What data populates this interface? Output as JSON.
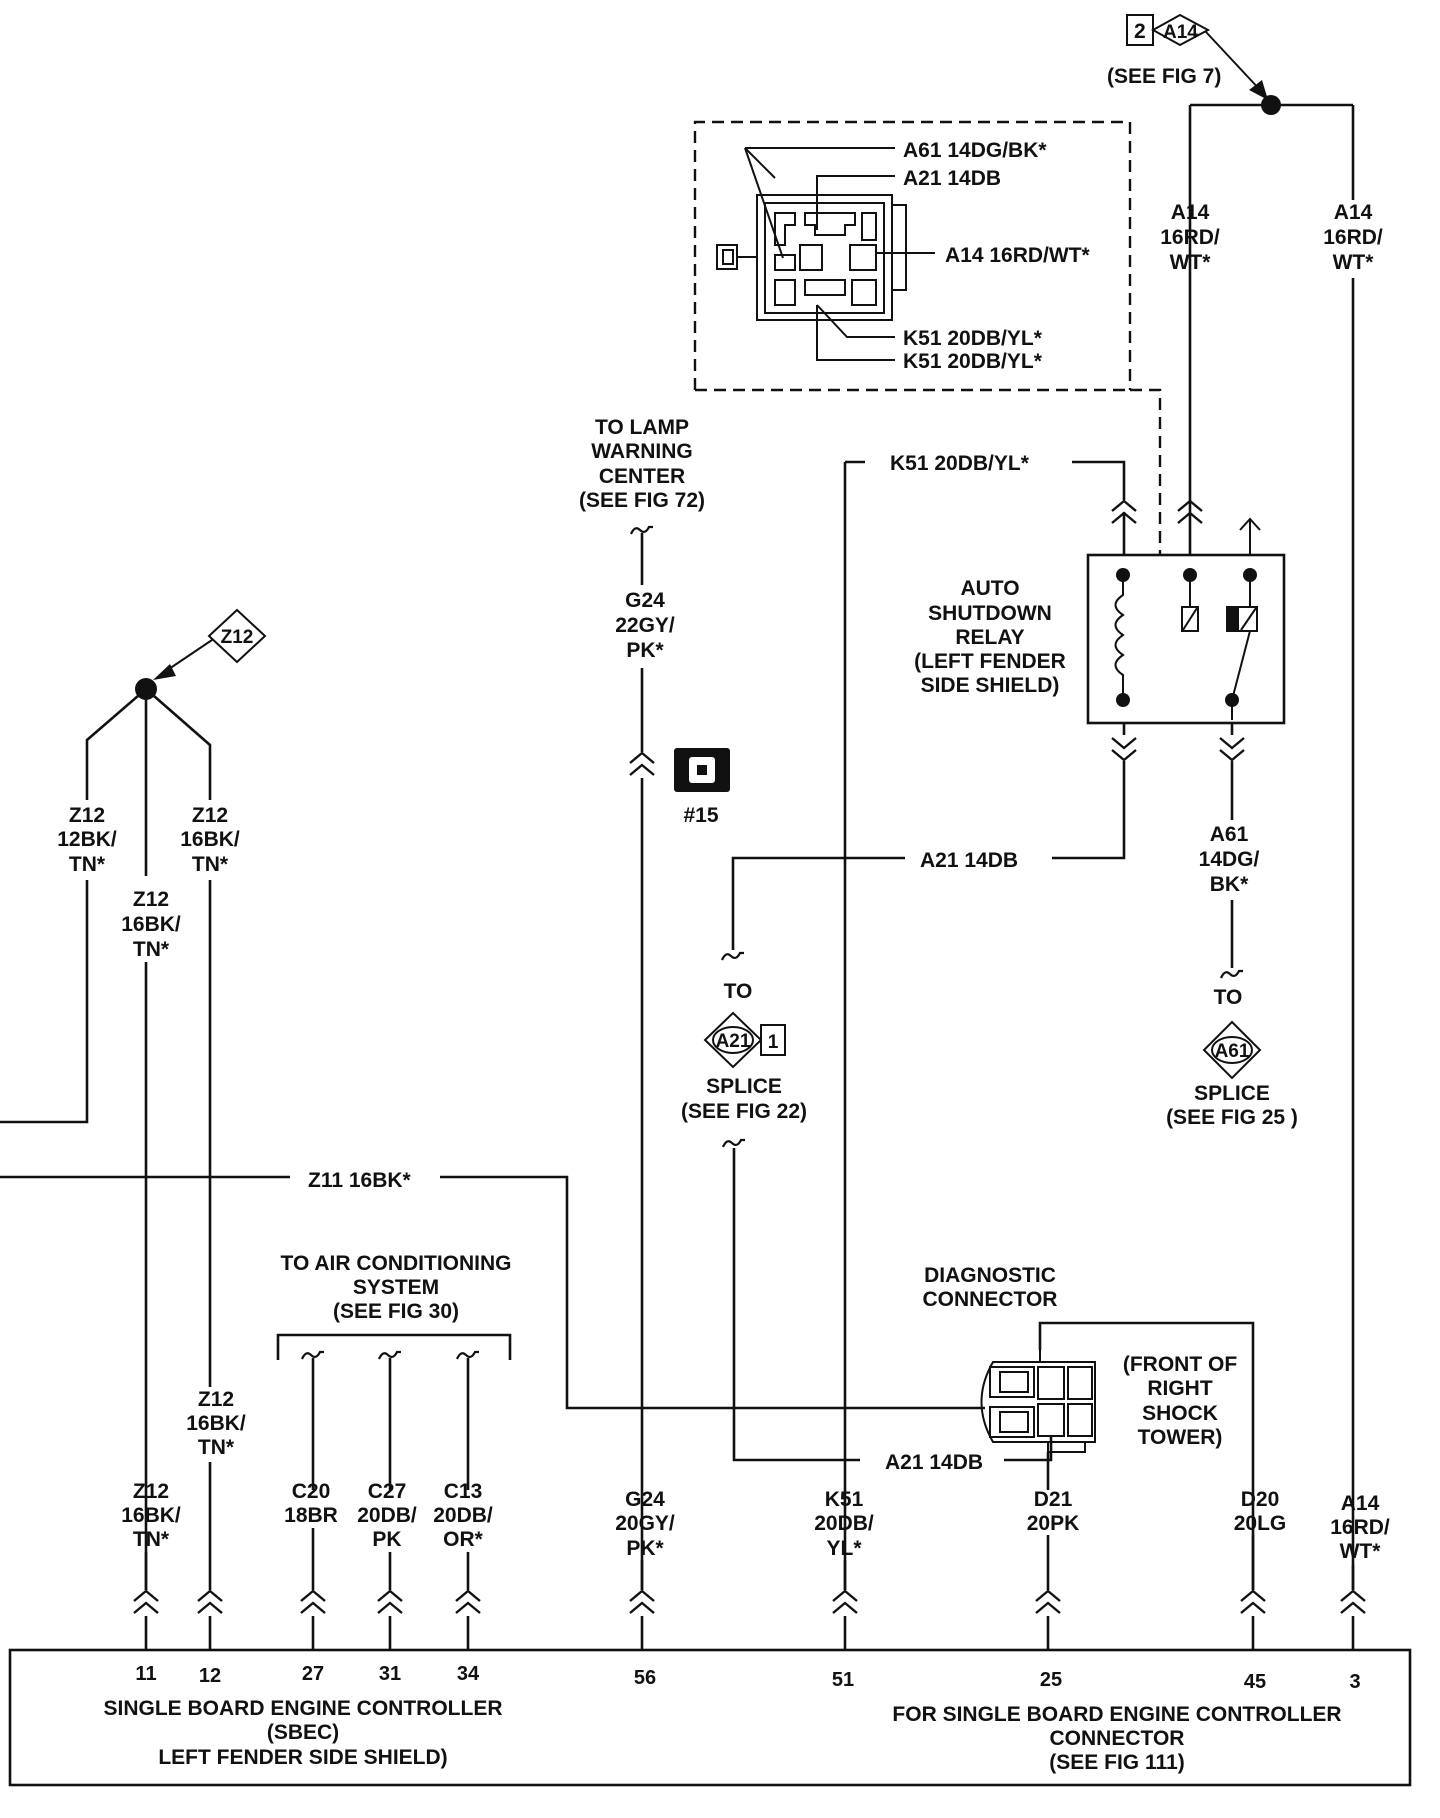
{
  "ref_top": {
    "num": "2",
    "code": "A14",
    "see": "(SEE FIG 7)"
  },
  "ref_z12": {
    "code": "Z12"
  },
  "connector_inset": {
    "a61": "A61 14DG/BK*",
    "a21": "A21 14DB",
    "a14": "A14 16RD/WT*",
    "k51a": "K51 20DB/YL*",
    "k51b": "K51 20DB/YL*"
  },
  "wires": {
    "a14_left": [
      "A14",
      "16RD/",
      "WT*"
    ],
    "a14_right": [
      "A14",
      "16RD/",
      "WT*"
    ],
    "k51_top": "K51 20DB/YL*",
    "a21_mid": "A21 14DB",
    "a61": [
      "A61",
      "14DG/",
      "BK*"
    ],
    "g24_top": [
      "G24",
      "22GY/",
      "PK*"
    ],
    "z12_a": [
      "Z12",
      "12BK/",
      "TN*"
    ],
    "z12_b": [
      "Z12",
      "16BK/",
      "TN*"
    ],
    "z12_c": [
      "Z12",
      "16BK/",
      "TN*"
    ],
    "z12_d": [
      "Z12",
      "16BK/",
      "TN*"
    ],
    "z11": "Z11 16BK*",
    "a21_low": "A21 14DB"
  },
  "lamp_warning": [
    "TO LAMP",
    "WARNING",
    "CENTER",
    "(SEE FIG 72)"
  ],
  "relay": [
    "AUTO",
    "SHUTDOWN",
    "RELAY",
    "(LEFT FENDER",
    "SIDE SHIELD)"
  ],
  "ground_label": "#15",
  "splice_a21": {
    "to": "TO",
    "code": "A21",
    "num": "1",
    "label": "SPLICE",
    "see": "(SEE FIG 22)"
  },
  "splice_a61": {
    "to": "TO",
    "code": "A61",
    "label": "SPLICE",
    "see": "(SEE FIG 25 )"
  },
  "air_cond": [
    "TO AIR CONDITIONING",
    "SYSTEM",
    "(SEE FIG 30)"
  ],
  "diag": [
    "DIAGNOSTIC",
    "CONNECTOR"
  ],
  "diag_loc": [
    "(FRONT OF",
    "RIGHT",
    "SHOCK",
    "TOWER)"
  ],
  "pins": [
    {
      "num": "11",
      "wire": [
        "Z12",
        "16BK/",
        "TN*"
      ]
    },
    {
      "num": "12",
      "wire": [
        "Z12",
        "16BK/",
        "TN*"
      ]
    },
    {
      "num": "27",
      "wire": [
        "C20",
        "18BR"
      ]
    },
    {
      "num": "31",
      "wire": [
        "C27",
        "20DB/",
        "PK"
      ]
    },
    {
      "num": "34",
      "wire": [
        "C13",
        "20DB/",
        "OR*"
      ]
    },
    {
      "num": "56",
      "wire": [
        "G24",
        "20GY/",
        "PK*"
      ]
    },
    {
      "num": "51",
      "wire": [
        "K51",
        "20DB/",
        "YL*"
      ]
    },
    {
      "num": "25",
      "wire": [
        "D21",
        "20PK"
      ]
    },
    {
      "num": "45",
      "wire": [
        "D20",
        "20LG"
      ]
    },
    {
      "num": "3",
      "wire": [
        "A14",
        "16RD/",
        "WT*"
      ]
    }
  ],
  "sbec": [
    "SINGLE BOARD ENGINE CONTROLLER",
    "(SBEC)",
    "LEFT FENDER SIDE SHIELD)"
  ],
  "for_sbec": [
    "FOR SINGLE BOARD ENGINE CONTROLLER",
    "CONNECTOR",
    "(SEE FIG 111)"
  ]
}
